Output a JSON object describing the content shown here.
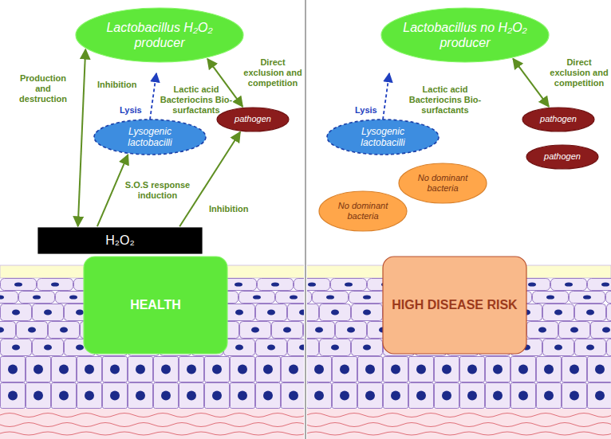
{
  "diagram": {
    "nodes": [
      {
        "text": [
          "Lactobacillus H₂O₂ producer"
        ]
      },
      {
        "text": [
          "pathogen"
        ]
      },
      {
        "text": [
          "Lysogenic lactobacilli"
        ]
      },
      {
        "text": [
          "H₂O₂"
        ]
      },
      {
        "text": [
          "HEALTH"
        ]
      },
      {
        "text": [
          "Lactobacillus no H₂O₂ producer"
        ]
      },
      {
        "text": [
          "pathogen"
        ]
      },
      {
        "text": [
          "Lysogenic lactobacilli"
        ]
      },
      {
        "text": [
          "pathogen"
        ]
      },
      {
        "text": [
          "No dominant bacteria"
        ]
      },
      {
        "text": [
          "No dominant bacteria"
        ]
      },
      {
        "text": [
          "HIGH DISEASE RISK"
        ]
      }
    ],
    "edges": [
      {
        "from": 3,
        "to": 0,
        "arrow": "both",
        "label": "Production and destruction"
      },
      {
        "from": 0,
        "to": 1,
        "arrow": "both",
        "label": "Direct exclusion and competition"
      },
      {
        "from": 3,
        "to": 2,
        "arrow": "to",
        "label": "S.O.S response induction"
      },
      {
        "from": 3,
        "to": 1,
        "arrow": "to",
        "label": "Inhibition"
      },
      {
        "from": 5,
        "to": 6,
        "arrow": "both",
        "label": "Direct exclusion and competition"
      }
    ],
    "labels": [
      "Inhibition",
      "Lysis",
      "Lactic acid Bacteriocins Bio-surfactants",
      "Lysis",
      "Lactic acid Bacteriocins Bio-surfactants"
    ]
  }
}
